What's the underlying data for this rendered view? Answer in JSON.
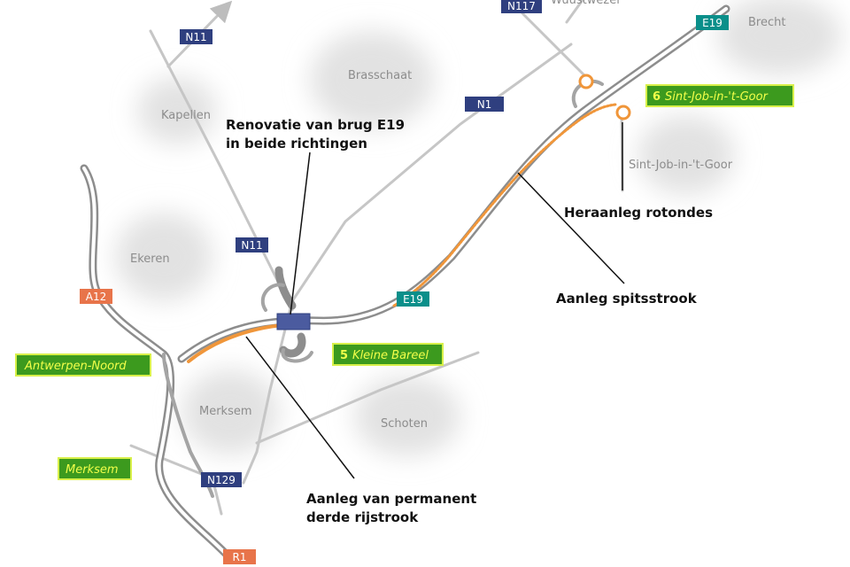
{
  "towns": {
    "brasschaat": "Brasschaat",
    "kapellen": "Kapellen",
    "ekeren": "Ekeren",
    "merksem": "Merksem",
    "schoten": "Schoten",
    "sint_job": "Sint-Job-in-'t-Goor",
    "brecht": "Brecht",
    "top_partial": "Wuustwezel"
  },
  "road_shields": {
    "n11_top": "N11",
    "n11_mid": "N11",
    "n117": "N117",
    "n1": "N1",
    "e19_top": "E19",
    "e19_mid": "E19",
    "a12": "A12",
    "n129": "N129",
    "r1": "R1"
  },
  "exits": {
    "exit6": {
      "num": "6",
      "name": "Sint-Job-in-'t-Goor"
    },
    "exit5": {
      "num": "5",
      "name": "Kleine Bareel"
    },
    "antwerpen_noord": "Antwerpen-Noord",
    "merksem": "Merksem"
  },
  "callouts": {
    "renovatie_line1": "Renovatie van brug E19",
    "renovatie_line2": "in beide richtingen",
    "rotondes": "Heraanleg rotondes",
    "spitsstrook": "Aanleg spitsstrook",
    "derde_line1": "Aanleg van permanent",
    "derde_line2": "derde rijstrook"
  },
  "colors": {
    "works": "#f0963a",
    "motorway": "#8a8a8a",
    "secondary_road": "#c8c8c8",
    "urban_area": "#e6e6e6"
  }
}
